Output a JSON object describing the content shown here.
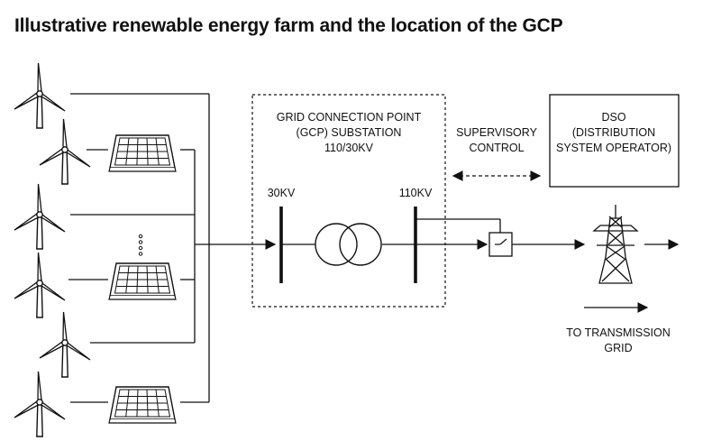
{
  "title": "Illustrative renewable energy farm and the location of the GCP",
  "gcp": {
    "lines": [
      "GRID CONNECTION POINT",
      "(GCP) SUBSTATION",
      "110/30KV"
    ],
    "low_voltage": "30KV",
    "high_voltage": "110KV"
  },
  "supervisory": {
    "lines": [
      "SUPERVISORY",
      "CONTROL"
    ]
  },
  "dso": {
    "lines": [
      "DSO",
      "(DISTRIBUTION",
      "SYSTEM OPERATOR)"
    ]
  },
  "transmission": {
    "lines": [
      "TO TRANSMISSION",
      "GRID"
    ]
  },
  "icons": {
    "generators": [
      "wind-turbine-icon",
      "solar-panel-icon"
    ],
    "transformer": "transformer-icon",
    "switch": "switch-icon",
    "pylon": "transmission-tower-icon"
  },
  "colors": {
    "line": "#111111",
    "background": "#ffffff"
  }
}
